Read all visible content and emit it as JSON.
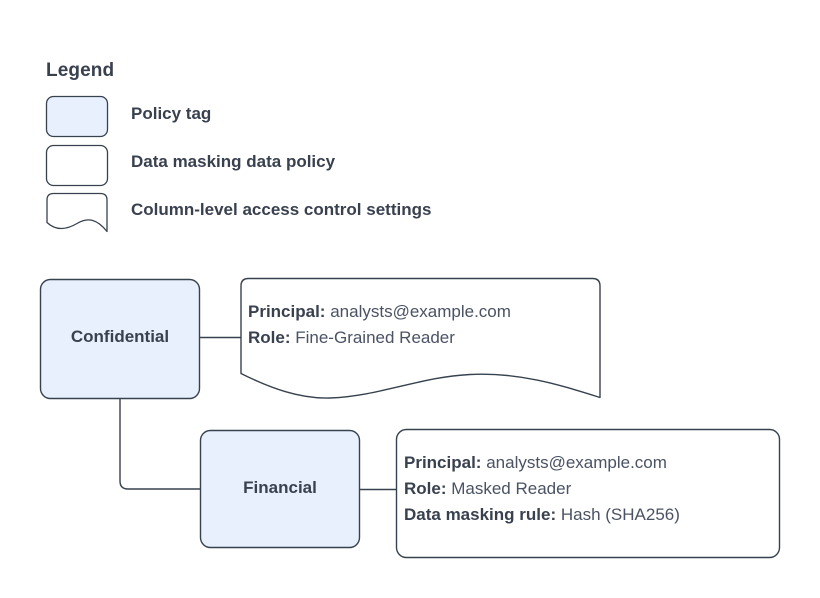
{
  "legend": {
    "title": "Legend",
    "items": [
      {
        "shape": "policy-tag-swatch",
        "label": "Policy tag",
        "fill": "#e8f0fe",
        "stroke": "#37424f"
      },
      {
        "shape": "data-policy-swatch",
        "label": "Data masking data policy",
        "fill": "#ffffff",
        "stroke": "#37424f"
      },
      {
        "shape": "access-settings-swatch",
        "label": "Column-level access control settings",
        "fill": "#ffffff",
        "stroke": "#37424f"
      }
    ]
  },
  "diagram": {
    "nodes": [
      {
        "id": "confidential",
        "label": "Confidential",
        "type": "policy-tag"
      },
      {
        "id": "financial",
        "label": "Financial",
        "type": "policy-tag"
      }
    ],
    "callouts": [
      {
        "id": "confidential-access-settings",
        "type": "column-level-access-control-settings",
        "lines": [
          {
            "key": "Principal:",
            "value": "analysts@example.com"
          },
          {
            "key": "Role:",
            "value": "Fine-Grained Reader"
          }
        ]
      },
      {
        "id": "financial-data-policy",
        "type": "data-masking-data-policy",
        "lines": [
          {
            "key": "Principal:",
            "value": "analysts@example.com"
          },
          {
            "key": "Role:",
            "value": "Masked Reader"
          },
          {
            "key": "Data masking rule:",
            "value": "Hash (SHA256)"
          }
        ]
      }
    ],
    "edges": [
      {
        "from": "confidential",
        "to": "confidential-access-settings"
      },
      {
        "from": "confidential",
        "to": "financial"
      },
      {
        "from": "financial",
        "to": "financial-data-policy"
      }
    ]
  },
  "colors": {
    "policy_tag_fill": "#e8f0fe",
    "box_fill": "#ffffff",
    "stroke": "#37424f",
    "text": "#39414f",
    "background": "#ffffff"
  }
}
